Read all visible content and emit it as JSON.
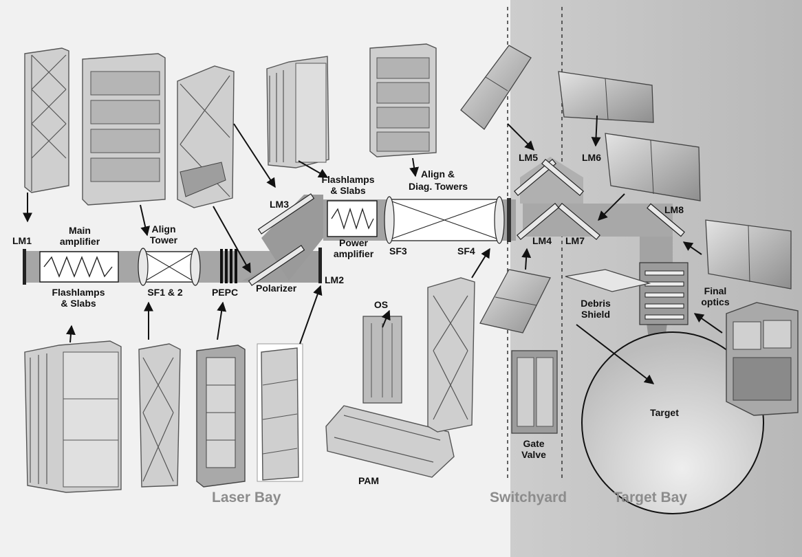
{
  "colors": {
    "background": "#f1f1f1",
    "switchyard_background": "#c9c9c9",
    "target_bay_background": "#bdbdbd",
    "beam": "#a8a8a8",
    "bay_label": "#8c8c8c"
  },
  "components": {
    "lm1": "LM1",
    "main_amp_line1": "Main",
    "main_amp_line2": "amplifier",
    "fl_slabs_left_line1": "Flashlamps",
    "fl_slabs_left_line2": "& Slabs",
    "align_tower_line1": "Align",
    "align_tower_line2": "Tower",
    "sf12": "SF1 & 2",
    "pepc": "PEPC",
    "polarizer": "Polarizer",
    "lm2": "LM2",
    "lm3": "LM3",
    "fl_slabs_top_line1": "Flashlamps",
    "fl_slabs_top_line2": "& Slabs",
    "power_amp_line1": "Power",
    "power_amp_line2": "amplifier",
    "align_diag_line1": "Align &",
    "align_diag_line2": "Diag. Towers",
    "sf3": "SF3",
    "sf4": "SF4",
    "os": "OS",
    "pam": "PAM",
    "lm4": "LM4",
    "lm5": "LM5",
    "lm6": "LM6",
    "lm7": "LM7",
    "lm8": "LM8",
    "debris_line1": "Debris",
    "debris_line2": "Shield",
    "final_line1": "Final",
    "final_line2": "optics",
    "gate_line1": "Gate",
    "gate_line2": "Valve",
    "target": "Target"
  },
  "bays": {
    "laser_bay": "Laser Bay",
    "switchyard": "Switchyard",
    "target_bay": "Target Bay"
  }
}
